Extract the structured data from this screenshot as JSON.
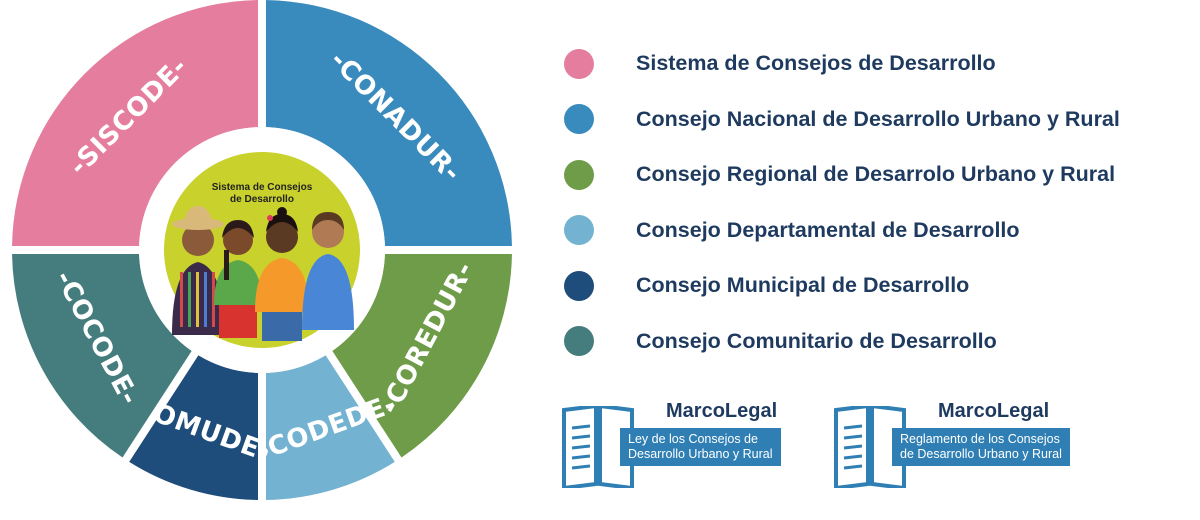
{
  "wheel": {
    "segments": [
      {
        "label": "-SISCODE-",
        "color": "#e47d9e"
      },
      {
        "label": "-CONADUR-",
        "color": "#3a8bbd"
      },
      {
        "label": "-COREDUR-",
        "color": "#6f9c48"
      },
      {
        "label": "-CODEDE-",
        "color": "#74b2d1"
      },
      {
        "label": "-COMUDE-",
        "color": "#1e4c7b"
      },
      {
        "label": "-COCODE-",
        "color": "#457d7e"
      }
    ],
    "center_title_line1": "Sistema de Consejos",
    "center_title_line2": "de Desarrollo",
    "center_bg_color": "#c9d12c",
    "center_image": "four-people-illustration"
  },
  "legend": [
    {
      "label": "Sistema de Consejos de Desarrollo",
      "color": "#e47d9e"
    },
    {
      "label": "Consejo Nacional de Desarrollo Urbano y Rural",
      "color": "#3a8bbd"
    },
    {
      "label": "Consejo Regional de Desarrolo Urbano y Rural",
      "color": "#6f9c48"
    },
    {
      "label": "Consejo Departamental de Desarrollo",
      "color": "#74b2d1"
    },
    {
      "label": "Consejo Municipal de Desarrollo",
      "color": "#1e4c7b"
    },
    {
      "label": "Consejo Comunitario de Desarrollo",
      "color": "#457d7e"
    }
  ],
  "marco_legal": [
    {
      "title": "MarcoLegal",
      "line1": "Ley de los Consejos de",
      "line2": "Desarrollo Urbano y Rural",
      "icon": "open-book-icon"
    },
    {
      "title": "MarcoLegal",
      "line1": "Reglamento de los Consejos",
      "line2": "de Desarrollo Urbano y Rural",
      "icon": "open-book-icon"
    }
  ],
  "text_color": "#1e3a5f"
}
